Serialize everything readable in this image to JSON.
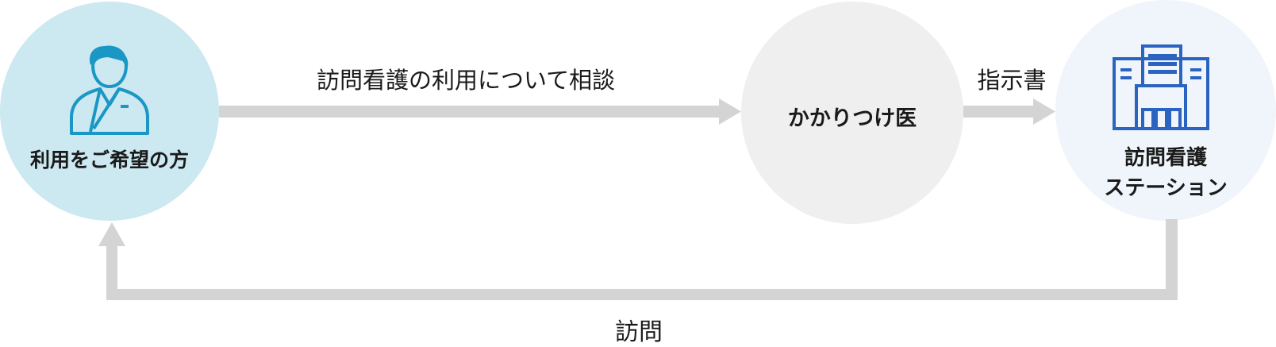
{
  "nodes": {
    "user": {
      "label": "利用をご希望の方",
      "icon": "person-icon"
    },
    "doctor": {
      "label": "かかりつけ医"
    },
    "station": {
      "label_line1": "訪問看護",
      "label_line2": "ステーション",
      "icon": "building-icon"
    }
  },
  "edges": {
    "consult": {
      "label": "訪問看護の利用について相談"
    },
    "instruction": {
      "label": "指示書"
    },
    "visit": {
      "label": "訪問"
    }
  },
  "colors": {
    "user_circle": "#cce8f1",
    "doctor_circle": "#efefef",
    "station_circle": "#f0f5fc",
    "arrow": "#d4d4d4",
    "person_icon": "#1a97c4",
    "building_icon": "#2b64c0"
  }
}
